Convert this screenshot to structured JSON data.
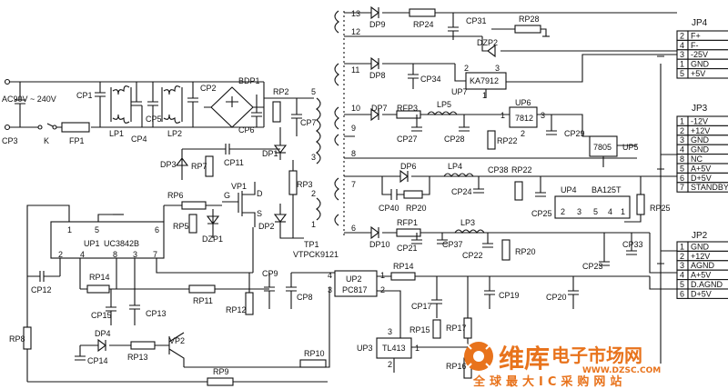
{
  "input": {
    "voltage_label": "AC90V ~ 240V"
  },
  "labels": {
    "CP1": "CP1",
    "CP3": "CP3",
    "K": "K",
    "FP1": "FP1",
    "LP1": "LP1",
    "CP4": "CP4",
    "CP5": "CP5",
    "LP2": "LP2",
    "CP2": "CP2",
    "BDP1": "BDP1",
    "CP6": "CP6",
    "RP2": "RP2",
    "CP7": "CP7",
    "DP1": "DP1",
    "DP2": "DP2",
    "RP3": "RP3",
    "CP11": "CP11",
    "RP7": "RP7",
    "DP3": "DP3",
    "VP1": "VP1",
    "G": "G",
    "D": "D",
    "S": "S",
    "RP6": "RP6",
    "RP5": "RP5",
    "DZP1": "DZP1",
    "UP1": "UP1",
    "UC3842B": "UC3842B",
    "CP12": "CP12",
    "RP14_left": "RP14",
    "CP15": "CP15",
    "CP13": "CP13",
    "RP11": "RP11",
    "RP12": "RP12",
    "DP4": "DP4",
    "RP13": "RP13",
    "VP2": "VP2",
    "CP14": "CP14",
    "RP8": "RP8",
    "RP9": "RP9",
    "RP10": "RP10",
    "CP9": "CP9",
    "CP8": "CP8",
    "UP2": "UP2",
    "PC817": "PC817",
    "RP14_right": "RP14",
    "CP17": "CP17",
    "RP15": "RP15",
    "RP17": "RP17",
    "UP3": "UP3",
    "TL413": "TL413",
    "RP16": "RP16",
    "CP19": "CP19",
    "CP20": "CP20",
    "TP1": "TP1",
    "VTPCK9121": "VTPCK9121",
    "DP9": "DP9",
    "RP24": "RP24",
    "CP31": "CP31",
    "RP28": "RP28",
    "DZP2": "DZP2",
    "DP8": "DP8",
    "CP34": "CP34",
    "UP7": "UP7",
    "KA7912": "KA7912",
    "DP7": "DP7",
    "RFP3": "RFP3",
    "LP5": "LP5",
    "CP27": "CP27",
    "CP28": "CP28",
    "UP6": "UP6",
    "IC7812": "7812",
    "RP22a": "RP22",
    "CP29": "CP29",
    "IC7805": "7805",
    "UP5": "UP5",
    "DP6": "DP6",
    "LP4": "LP4",
    "CP38": "CP38",
    "RP22b": "RP22",
    "CP40": "CP40",
    "RP20a": "RP20",
    "CP24": "CP24",
    "CP25": "CP25",
    "UP4": "UP4",
    "BA125T": "BA125T",
    "RP25": "RP25",
    "DP10": "DP10",
    "RFP1": "RFP1",
    "LP3": "LP3",
    "CP21": "CP21",
    "CP37": "CP37",
    "CP22": "CP22",
    "RP20b": "RP20",
    "CP23": "CP23",
    "CP33": "CP33"
  },
  "pins": {
    "tr_13": "13",
    "tr_12": "12",
    "tr_11": "11",
    "tr_10": "10",
    "tr_9": "9",
    "tr_8": "8",
    "tr_7": "7",
    "tr_6": "6",
    "tr_5": "5",
    "tr_3": "3",
    "tr_2": "2",
    "tr_1": "1",
    "up1_1": "1",
    "up1_5": "5",
    "up1_6": "6",
    "up1_2": "2",
    "up1_4": "4",
    "up1_8": "8",
    "up1_3": "3",
    "up1_7": "7",
    "up2_4": "4",
    "up2_3": "3",
    "up2_1": "1",
    "up2_2": "2",
    "up3_3": "3",
    "up3_1": "1",
    "up3_2": "2",
    "up7_2": "2",
    "up7_1": "1",
    "up7_3": "3",
    "up6_1": "1",
    "up6_2": "2",
    "up6_3": "3",
    "up4_2": "2",
    "up4_3": "3",
    "up4_5": "5",
    "up4_4": "4",
    "up4_1": "1",
    "dp2_2": "2",
    "dp2_1": "1"
  },
  "connectors": {
    "JP4": {
      "name": "JP4",
      "pins": [
        [
          "2",
          "F+"
        ],
        [
          "4",
          "F-"
        ],
        [
          "3",
          "-25V"
        ],
        [
          "1",
          "GND"
        ],
        [
          "5",
          "+5V"
        ]
      ]
    },
    "JP3": {
      "name": "JP3",
      "pins": [
        [
          "1",
          "-12V"
        ],
        [
          "2",
          "+12V"
        ],
        [
          "3",
          "GND"
        ],
        [
          "4",
          "GND"
        ],
        [
          "8",
          "NC"
        ],
        [
          "5",
          "A+5V"
        ],
        [
          "6",
          "D+5V"
        ],
        [
          "7",
          "STANDBY"
        ]
      ]
    },
    "JP2": {
      "name": "JP2",
      "pins": [
        [
          "1",
          "GND"
        ],
        [
          "2",
          "+12V"
        ],
        [
          "3",
          "AGND"
        ],
        [
          "4",
          "A+5V"
        ],
        [
          "5",
          "D.AGND"
        ],
        [
          "6",
          "D+5V"
        ]
      ]
    }
  },
  "watermark": {
    "brand": "维库",
    "title": "电子市场网",
    "url": "WWW.DZSC.COM",
    "slogan": "全球最大IC采购网站"
  }
}
